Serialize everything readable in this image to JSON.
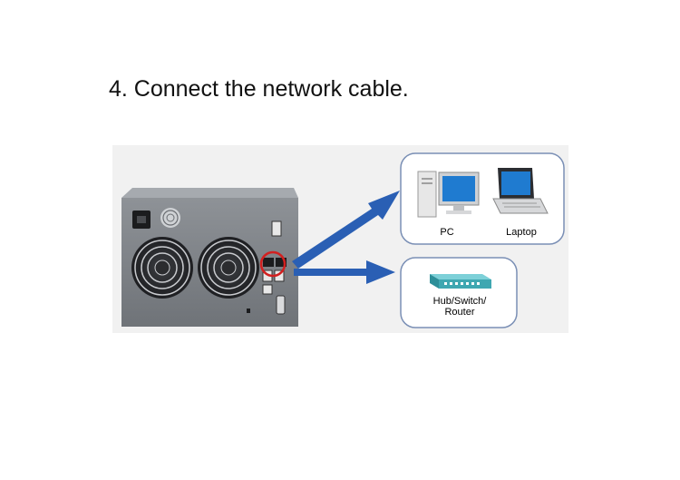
{
  "title": "4. Connect the network cable.",
  "devices": {
    "pc_label": "PC",
    "laptop_label": "Laptop",
    "hub_label_line1": "Hub/Switch/",
    "hub_label_line2": "Router"
  },
  "colors": {
    "arrow": "#2a5fb4",
    "box_border": "#7a8fb5",
    "highlight_ring": "#d22020",
    "hub": "#3fa7b1"
  }
}
